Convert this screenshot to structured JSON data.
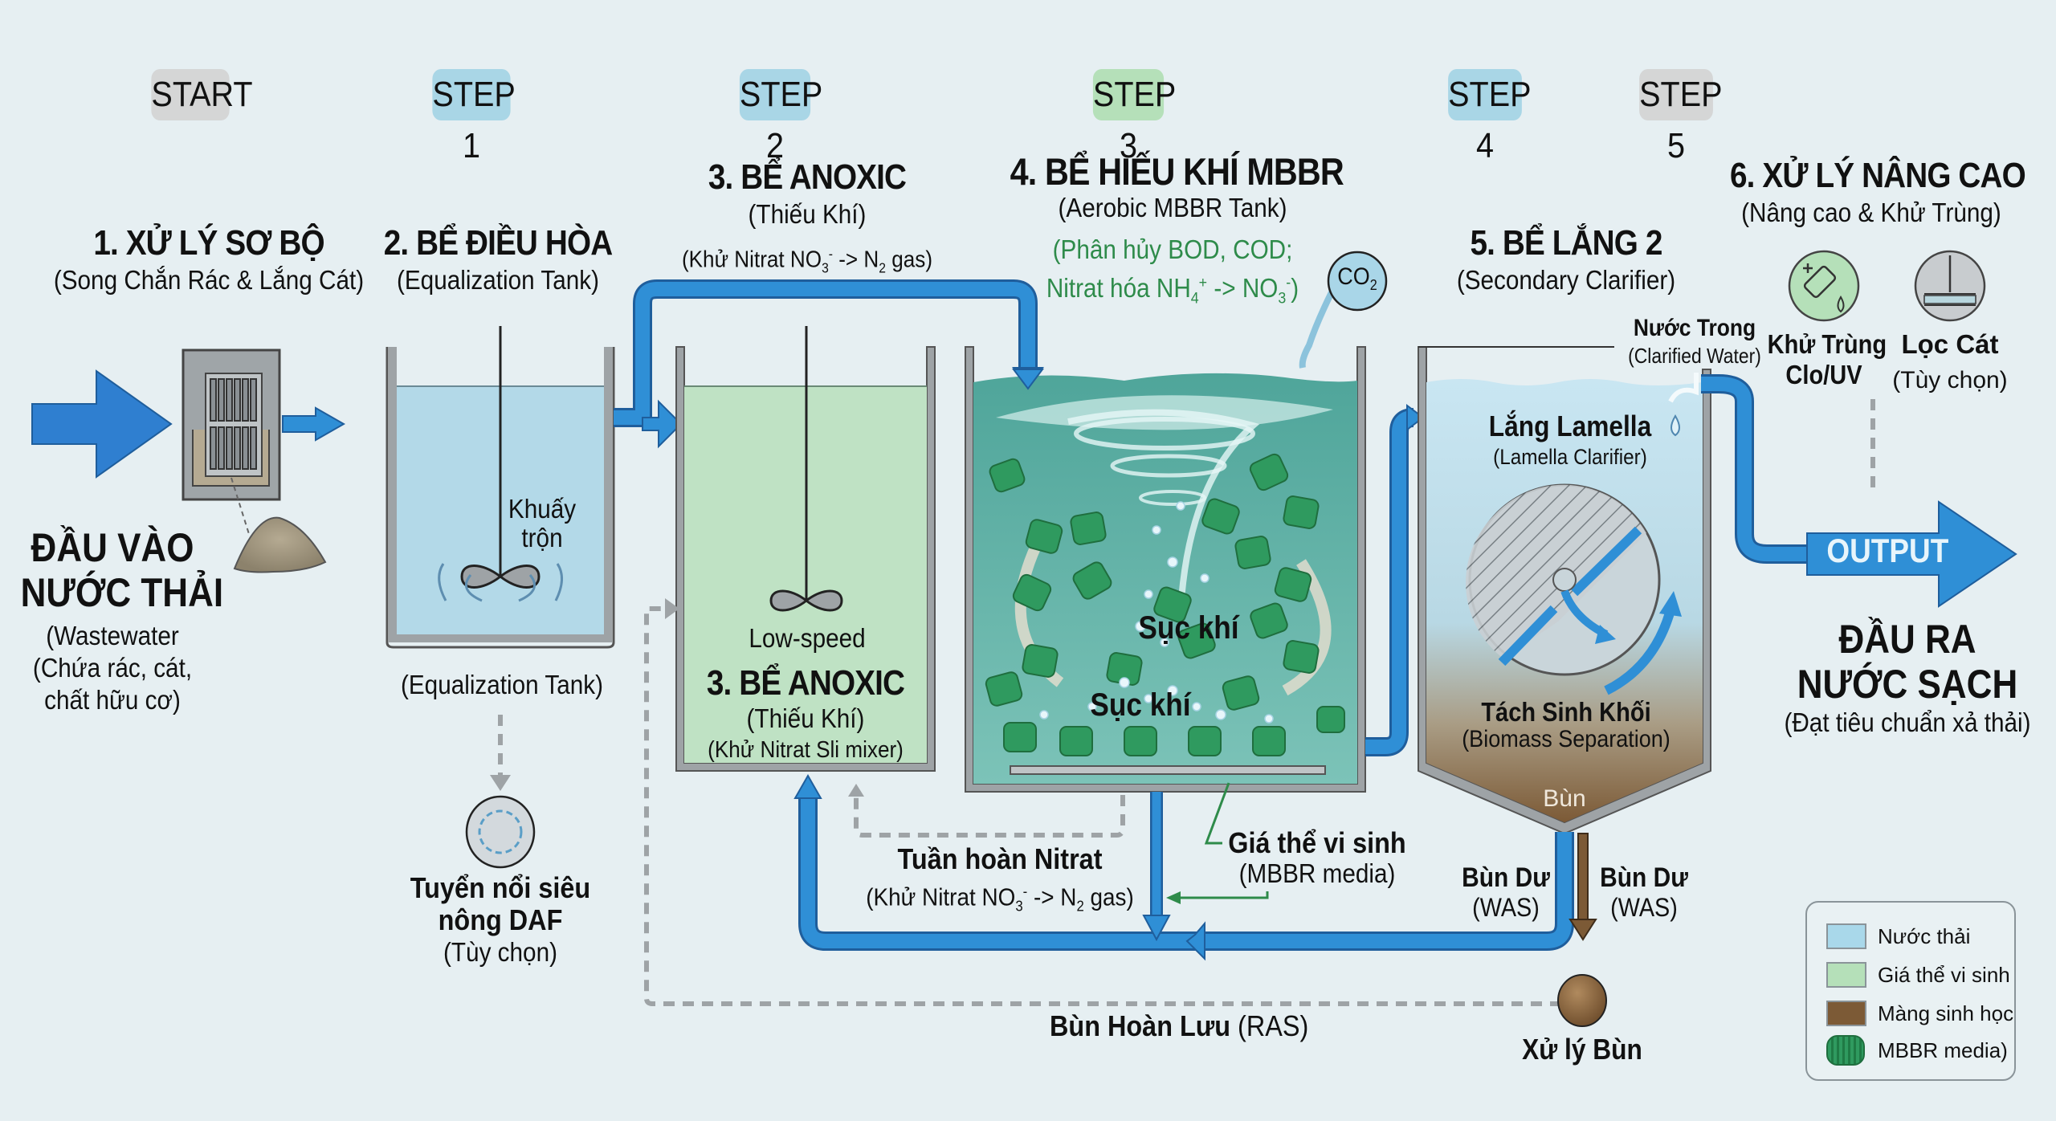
{
  "colors": {
    "background": "#e6eff2",
    "pipe_blue": "#2f8fd6",
    "wastewater_blue": "#b6dcea",
    "anoxic_green": "#bfe2c4",
    "aerobic_teal": "#5fb3a6",
    "sludge_brown": "#7c5a36",
    "tank_gray": "#9ea3a6",
    "badge_gray": "#d5d6d6",
    "badge_blue": "#a9d6e6",
    "badge_green": "#b5e0b9",
    "text_green": "#2e8b4a"
  },
  "steps": [
    {
      "label": "START",
      "tone": "gray"
    },
    {
      "label": "STEP 1",
      "tone": "blue"
    },
    {
      "label": "STEP 2",
      "tone": "blue"
    },
    {
      "label": "STEP 3",
      "tone": "green"
    },
    {
      "label": "STEP 4",
      "tone": "blue"
    },
    {
      "label": "STEP 5",
      "tone": "gray"
    }
  ],
  "inlet": {
    "title_line1": "ĐẦU VÀO",
    "title_line2": "NƯỚC THẢI",
    "sub_line1": "(Wastewater",
    "sub_line2": "(Chứa rác, cát,",
    "sub_line3": "chất hữu cơ)"
  },
  "stage1": {
    "title": "1. XỬ LÝ SƠ BỘ",
    "subtitle": "(Song Chắn Rác & Lắng Cát)"
  },
  "stage2": {
    "title": "2. BỂ ĐIỀU HÒA",
    "subtitle": "(Equalization Tank)",
    "mixer_label_line1": "Khuấy",
    "mixer_label_line2": "trộn",
    "below_label": "(Equalization Tank)",
    "daf_line1": "Tuyển nổi siêu",
    "daf_line2": "nông DAF",
    "daf_line3": "(Tùy chọn)"
  },
  "stage3": {
    "title": "3. BỂ ANOXIC",
    "subtitle": "(Thiếu Khí)",
    "reaction_prefix": "(Khử Nitrat NO",
    "reaction_sub1": "3",
    "reaction_sup1": "-",
    "reaction_mid": " -> N",
    "reaction_sub2": "2",
    "reaction_suffix": " gas)",
    "mixer_label": "Low-speed",
    "inner_title": "3. BỂ ANOXIC",
    "inner_subtitle": "(Thiếu Khí)",
    "inner_note": "(Khử Nitrat Sli mixer)"
  },
  "stage4": {
    "title": "4. BỂ HIẾU KHÍ MBBR",
    "subtitle": "(Aerobic MBBR Tank)",
    "green_line1": "(Phân hủy BOD, COD;",
    "green_line2_prefix": "Nitrat hóa NH",
    "green_sub1": "4",
    "green_sup1": "+",
    "green_mid": " -> NO",
    "green_sub2": "3",
    "green_sup2": "-",
    "green_suffix": ")",
    "co2_prefix": "CO",
    "co2_sub": "2",
    "aeration_label_1": "Sục khí",
    "aeration_label_2": "Sục khí",
    "media_label": "Giá thể vi sinh",
    "media_sub": "(MBBR media)"
  },
  "stage5": {
    "title": "5. BỂ LẮNG 2",
    "subtitle": "(Secondary Clarifier)",
    "clear_water": "Nước Trong",
    "clear_water_sub": "(Clarified Water)",
    "lamella": "Lắng Lamella",
    "lamella_sub": "(Lamella Clarifier)",
    "biomass": "Tách Sinh Khối",
    "biomass_sub": "(Biomass Separation)",
    "sludge": "Bùn",
    "was_left": "Bùn Dư",
    "was_left_sub": "(WAS)",
    "was_right": "Bùn Dư",
    "was_right_sub": "(WAS)",
    "sludge_treatment": "Xử lý Bùn"
  },
  "stage6": {
    "title": "6. XỬ LÝ NÂNG CAO",
    "subtitle": "(Nâng cao & Khử Trùng)",
    "disinfection_line1": "Khử Trùng",
    "disinfection_line2": "Clo/UV",
    "sandfilter_line1": "Lọc Cát",
    "sandfilter_line2": "(Tùy chọn)"
  },
  "recycle": {
    "nitrate": "Tuần hoàn Nitrat",
    "nitrate_prefix": "(Khử Nitrat NO",
    "nitrate_sub1": "3",
    "nitrate_sup1": "-",
    "nitrate_mid": " -> N",
    "nitrate_sub2": "2",
    "nitrate_suffix": " gas)",
    "ras_bold": "Bùn Hoàn Lưu",
    "ras_normal": " (RAS)"
  },
  "outlet": {
    "arrow_label": "OUTPUT",
    "title_line1": "ĐẦU RA",
    "title_line2": "NƯỚC SẠCH",
    "subtitle": "(Đạt tiêu chuẩn xả thải)"
  },
  "legend": [
    {
      "label": "Nước thải",
      "color": "#a9d8ea"
    },
    {
      "label": "Giá thể vi sinh",
      "color": "#b5e0b9"
    },
    {
      "label": "Màng sinh học",
      "color": "#7c5a36"
    },
    {
      "label": "MBBR media)",
      "icon": "mbbr-media-icon"
    }
  ]
}
